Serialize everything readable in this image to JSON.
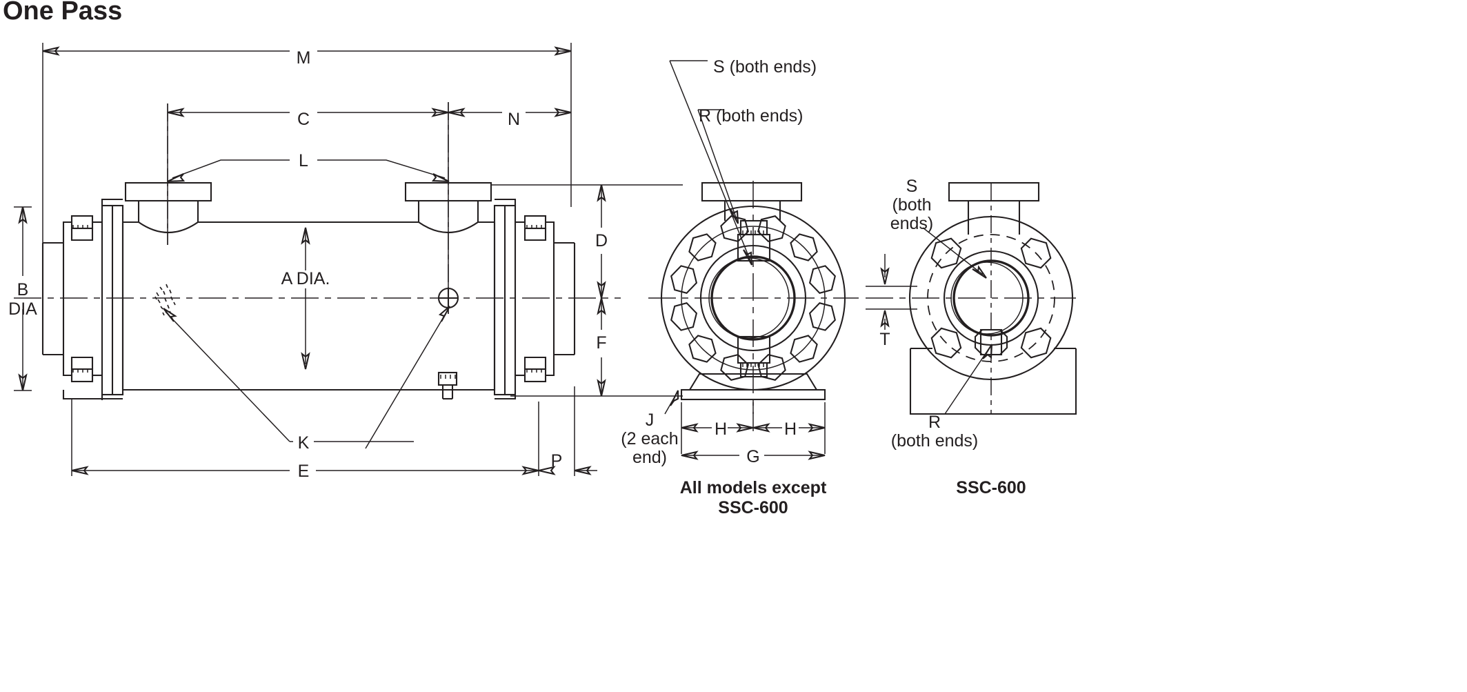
{
  "title": "One Pass",
  "captions": {
    "left_view": "All models except\nSSC-600",
    "left_view_l1": "All models except",
    "left_view_l2": "SSC-600",
    "right_view": "SSC-600"
  },
  "dimensions": {
    "M": "M",
    "C": "C",
    "N": "N",
    "L": "L",
    "A": "A DIA.",
    "B": "B",
    "B2": "DIA",
    "D": "D",
    "F": "F",
    "K": "K",
    "E": "E",
    "P": "P",
    "G": "G",
    "H1": "H",
    "H2": "H",
    "T": "T"
  },
  "callouts": {
    "S_both": "S (both ends)",
    "R_both": "R (both ends)",
    "J": "J",
    "J_sub1": "(2 each",
    "J_sub2": "end)",
    "S_right": "S",
    "S_right_l2": "(both",
    "S_right_l3": "ends)",
    "R_right_l1": "R",
    "R_right_l2": "(both ends)"
  },
  "colors": {
    "ink": "#231f20",
    "background": "#ffffff"
  }
}
